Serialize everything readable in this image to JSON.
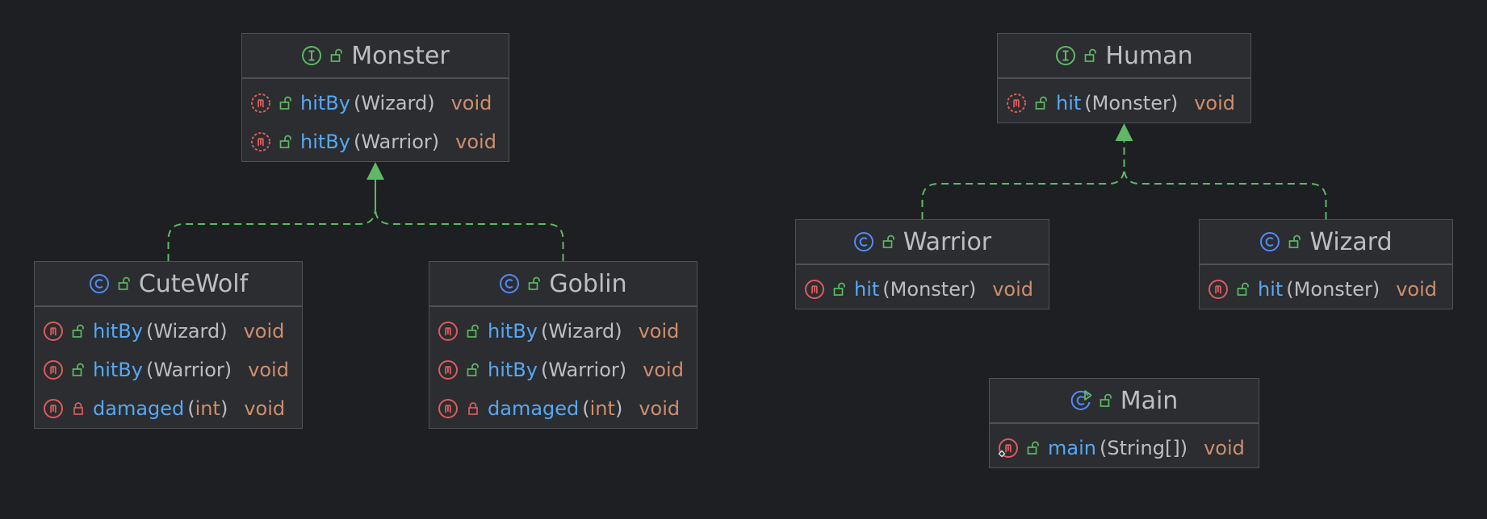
{
  "diagram": {
    "classes": [
      {
        "id": "monster",
        "kind": "interface",
        "name": "Monster",
        "methods": [
          {
            "name": "hitBy",
            "params": [
              "(",
              "Wizard",
              ")"
            ],
            "returns": "void",
            "visibility": "public",
            "abstract": true
          },
          {
            "name": "hitBy",
            "params": [
              "(",
              "Warrior",
              ")"
            ],
            "returns": "void",
            "visibility": "public",
            "abstract": true
          }
        ]
      },
      {
        "id": "cutewolf",
        "kind": "class",
        "name": "CuteWolf",
        "methods": [
          {
            "name": "hitBy",
            "params": [
              "(",
              "Wizard",
              ")"
            ],
            "returns": "void",
            "visibility": "public",
            "abstract": false
          },
          {
            "name": "hitBy",
            "params": [
              "(",
              "Warrior",
              ")"
            ],
            "returns": "void",
            "visibility": "public",
            "abstract": false
          },
          {
            "name": "damaged",
            "params": [
              "(",
              "int",
              ")"
            ],
            "returns": "void",
            "visibility": "private",
            "abstract": false
          }
        ]
      },
      {
        "id": "goblin",
        "kind": "class",
        "name": "Goblin",
        "methods": [
          {
            "name": "hitBy",
            "params": [
              "(",
              "Wizard",
              ")"
            ],
            "returns": "void",
            "visibility": "public",
            "abstract": false
          },
          {
            "name": "hitBy",
            "params": [
              "(",
              "Warrior",
              ")"
            ],
            "returns": "void",
            "visibility": "public",
            "abstract": false
          },
          {
            "name": "damaged",
            "params": [
              "(",
              "int",
              ")"
            ],
            "returns": "void",
            "visibility": "private",
            "abstract": false
          }
        ]
      },
      {
        "id": "human",
        "kind": "interface",
        "name": "Human",
        "methods": [
          {
            "name": "hit",
            "params": [
              "(",
              "Monster",
              ")"
            ],
            "returns": "void",
            "visibility": "public",
            "abstract": true
          }
        ]
      },
      {
        "id": "warrior",
        "kind": "class",
        "name": "Warrior",
        "methods": [
          {
            "name": "hit",
            "params": [
              "(",
              "Monster",
              ")"
            ],
            "returns": "void",
            "visibility": "public",
            "abstract": false
          }
        ]
      },
      {
        "id": "wizard",
        "kind": "class",
        "name": "Wizard",
        "methods": [
          {
            "name": "hit",
            "params": [
              "(",
              "Monster",
              ")"
            ],
            "returns": "void",
            "visibility": "public",
            "abstract": false
          }
        ]
      },
      {
        "id": "main",
        "kind": "main-class",
        "name": "Main",
        "methods": [
          {
            "name": "main",
            "params": [
              "(",
              "String[]",
              ")"
            ],
            "returns": "void",
            "visibility": "public",
            "abstract": false,
            "static": true
          }
        ]
      }
    ],
    "relations": [
      {
        "from": "cutewolf",
        "to": "monster",
        "type": "implements"
      },
      {
        "from": "goblin",
        "to": "monster",
        "type": "implements"
      },
      {
        "from": "warrior",
        "to": "human",
        "type": "implements"
      },
      {
        "from": "wizard",
        "to": "human",
        "type": "implements"
      }
    ],
    "colors": {
      "background": "#1e1f22",
      "box_fill": "#2b2d30",
      "box_border": "#4e5157",
      "title_text": "#bcbec4",
      "method_name": "#56a8f5",
      "param_text": "#bcbec4",
      "return_type": "#cf8e6d",
      "interface_icon": "#5fb865",
      "class_icon": "#548af7",
      "method_icon": "#db5c5c",
      "public_lock": "#5fb865",
      "private_lock": "#db5c5c",
      "relation_line": "#5fb865"
    }
  }
}
